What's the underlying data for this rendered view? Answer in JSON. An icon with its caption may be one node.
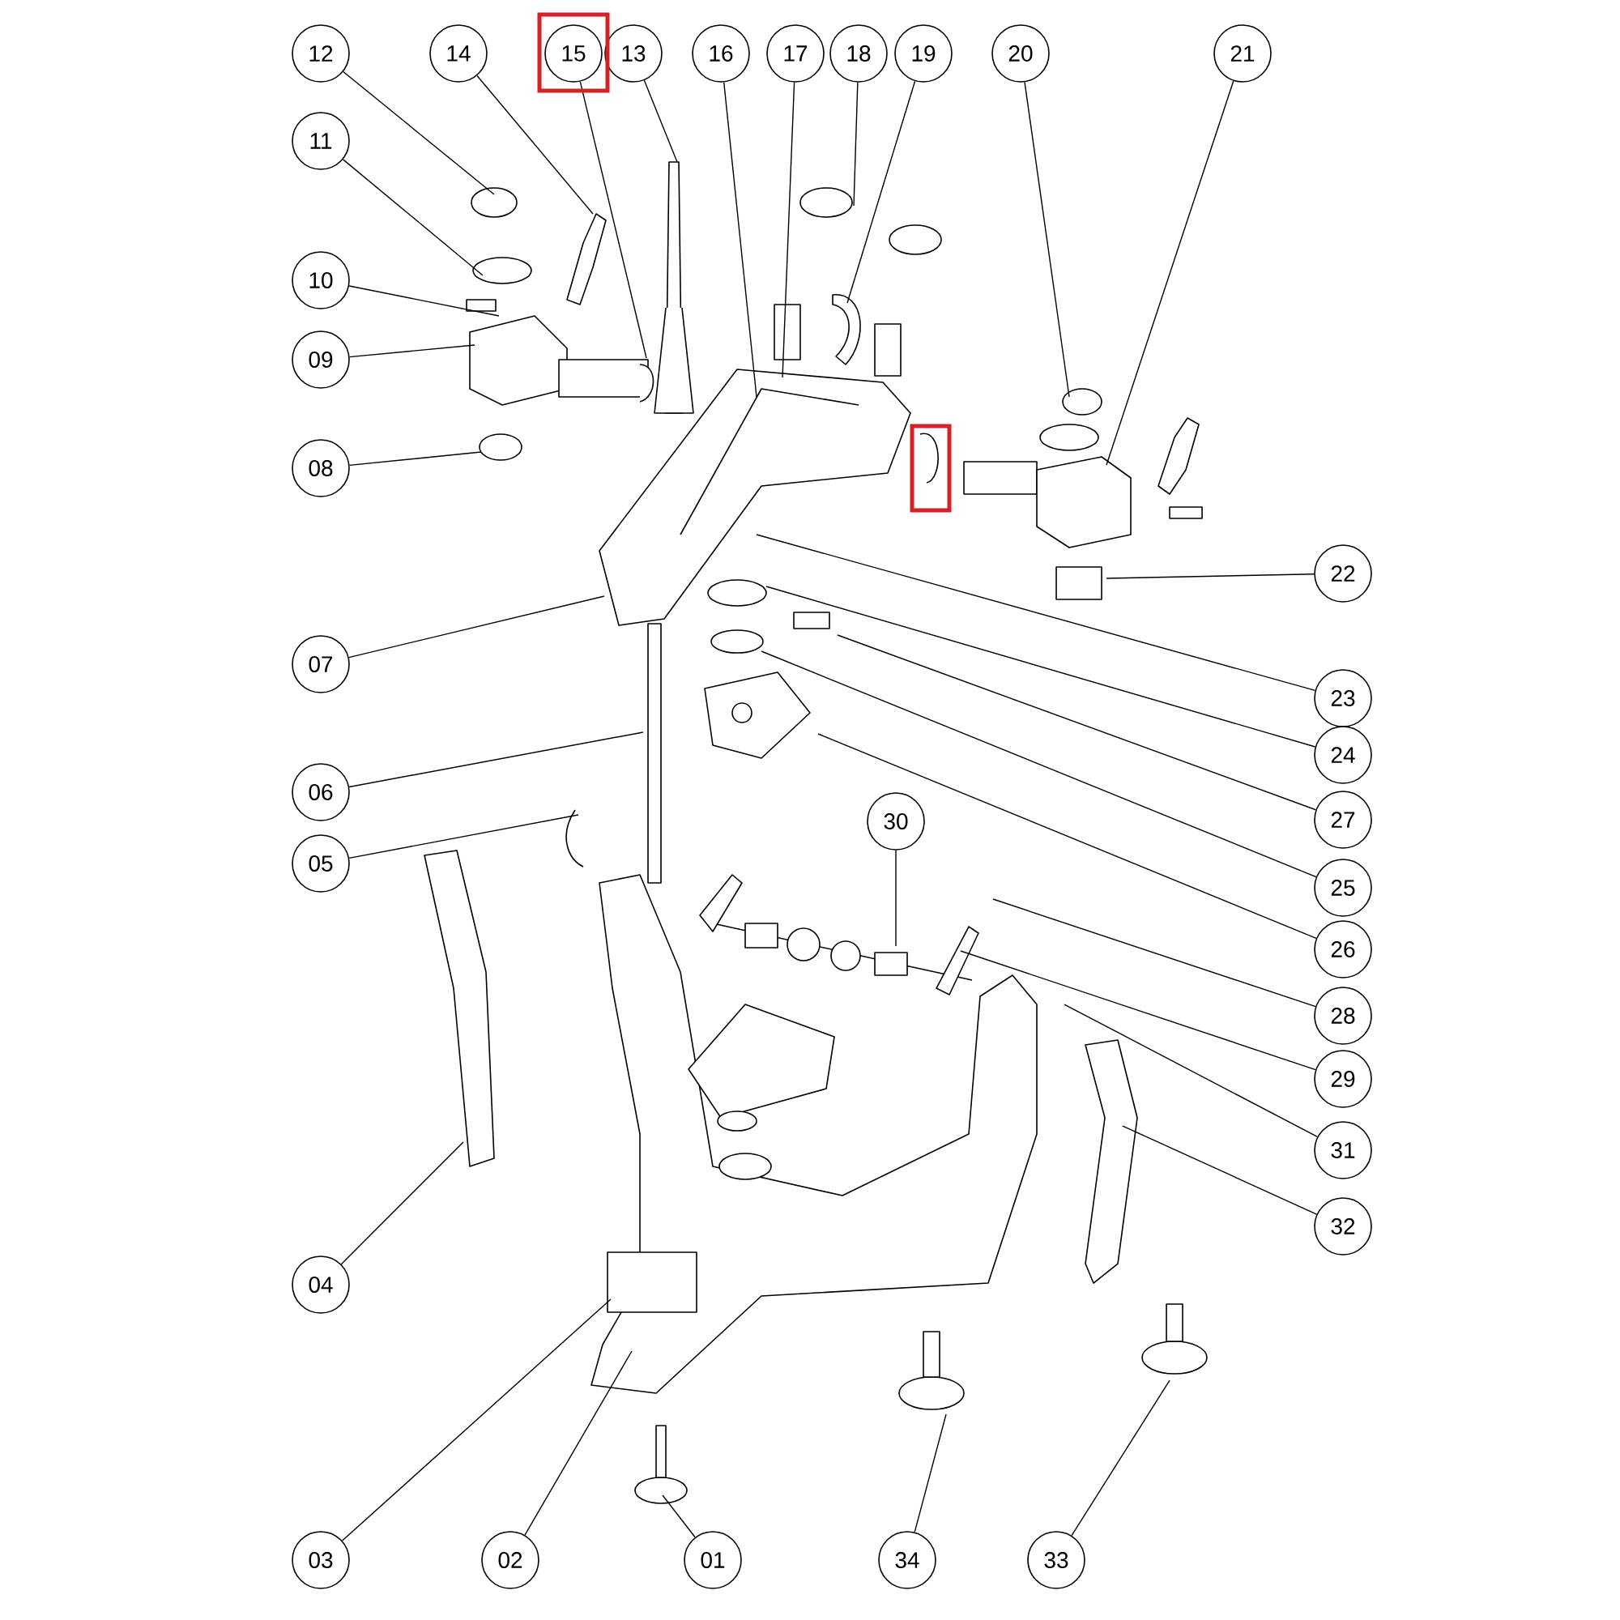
{
  "diagram": {
    "nodes": [
      {
        "text": [
          "12"
        ]
      },
      {
        "text": [
          "14"
        ]
      },
      {
        "text": [
          "15"
        ]
      },
      {
        "text": [
          "13"
        ]
      },
      {
        "text": [
          "16"
        ]
      },
      {
        "text": [
          "17"
        ]
      },
      {
        "text": [
          "18"
        ]
      },
      {
        "text": [
          "19"
        ]
      },
      {
        "text": [
          "20"
        ]
      },
      {
        "text": [
          "21"
        ]
      },
      {
        "text": [
          "11"
        ]
      },
      {
        "text": [
          "10"
        ]
      },
      {
        "text": [
          "09"
        ]
      },
      {
        "text": [
          "08"
        ]
      },
      {
        "text": [
          "07"
        ]
      },
      {
        "text": [
          "06"
        ]
      },
      {
        "text": [
          "05"
        ]
      },
      {
        "text": [
          "04"
        ]
      },
      {
        "text": [
          "22"
        ]
      },
      {
        "text": [
          "23"
        ]
      },
      {
        "text": [
          "24"
        ]
      },
      {
        "text": [
          "27"
        ]
      },
      {
        "text": [
          "25"
        ]
      },
      {
        "text": [
          "26"
        ]
      },
      {
        "text": [
          "28"
        ]
      },
      {
        "text": [
          "29"
        ]
      },
      {
        "text": [
          "31"
        ]
      },
      {
        "text": [
          "32"
        ]
      },
      {
        "text": [
          "30"
        ]
      },
      {
        "text": [
          "03"
        ]
      },
      {
        "text": [
          "02"
        ]
      },
      {
        "text": [
          "01"
        ]
      },
      {
        "text": [
          "34"
        ]
      },
      {
        "text": [
          "33"
        ]
      }
    ],
    "edges": [
      {
        "from": 0,
        "to": null,
        "arrow": "none"
      },
      {
        "from": 1,
        "to": null,
        "arrow": "none"
      },
      {
        "from": 2,
        "to": null,
        "arrow": "none"
      },
      {
        "from": 3,
        "to": null,
        "arrow": "none"
      },
      {
        "from": 4,
        "to": null,
        "arrow": "none"
      },
      {
        "from": 5,
        "to": null,
        "arrow": "none"
      },
      {
        "from": 6,
        "to": null,
        "arrow": "none"
      },
      {
        "from": 7,
        "to": null,
        "arrow": "none"
      },
      {
        "from": 8,
        "to": null,
        "arrow": "none"
      },
      {
        "from": 9,
        "to": null,
        "arrow": "none"
      },
      {
        "from": 10,
        "to": null,
        "arrow": "none"
      },
      {
        "from": 11,
        "to": null,
        "arrow": "none"
      },
      {
        "from": 12,
        "to": null,
        "arrow": "none"
      },
      {
        "from": 13,
        "to": null,
        "arrow": "none"
      },
      {
        "from": 14,
        "to": null,
        "arrow": "none"
      },
      {
        "from": 15,
        "to": null,
        "arrow": "none"
      },
      {
        "from": 16,
        "to": null,
        "arrow": "none"
      },
      {
        "from": 17,
        "to": null,
        "arrow": "none"
      },
      {
        "from": 18,
        "to": null,
        "arrow": "none"
      },
      {
        "from": 19,
        "to": null,
        "arrow": "none"
      },
      {
        "from": 20,
        "to": null,
        "arrow": "none"
      },
      {
        "from": 21,
        "to": null,
        "arrow": "none"
      },
      {
        "from": 22,
        "to": null,
        "arrow": "none"
      },
      {
        "from": 23,
        "to": null,
        "arrow": "none"
      },
      {
        "from": 24,
        "to": null,
        "arrow": "none"
      },
      {
        "from": 25,
        "to": null,
        "arrow": "none"
      },
      {
        "from": 26,
        "to": null,
        "arrow": "none"
      },
      {
        "from": 27,
        "to": null,
        "arrow": "none"
      },
      {
        "from": 28,
        "to": null,
        "arrow": "none"
      },
      {
        "from": 29,
        "to": null,
        "arrow": "none"
      },
      {
        "from": 30,
        "to": null,
        "arrow": "none"
      },
      {
        "from": 31,
        "to": null,
        "arrow": "none"
      },
      {
        "from": 32,
        "to": null,
        "arrow": "none"
      },
      {
        "from": 33,
        "to": null,
        "arrow": "none"
      }
    ]
  }
}
